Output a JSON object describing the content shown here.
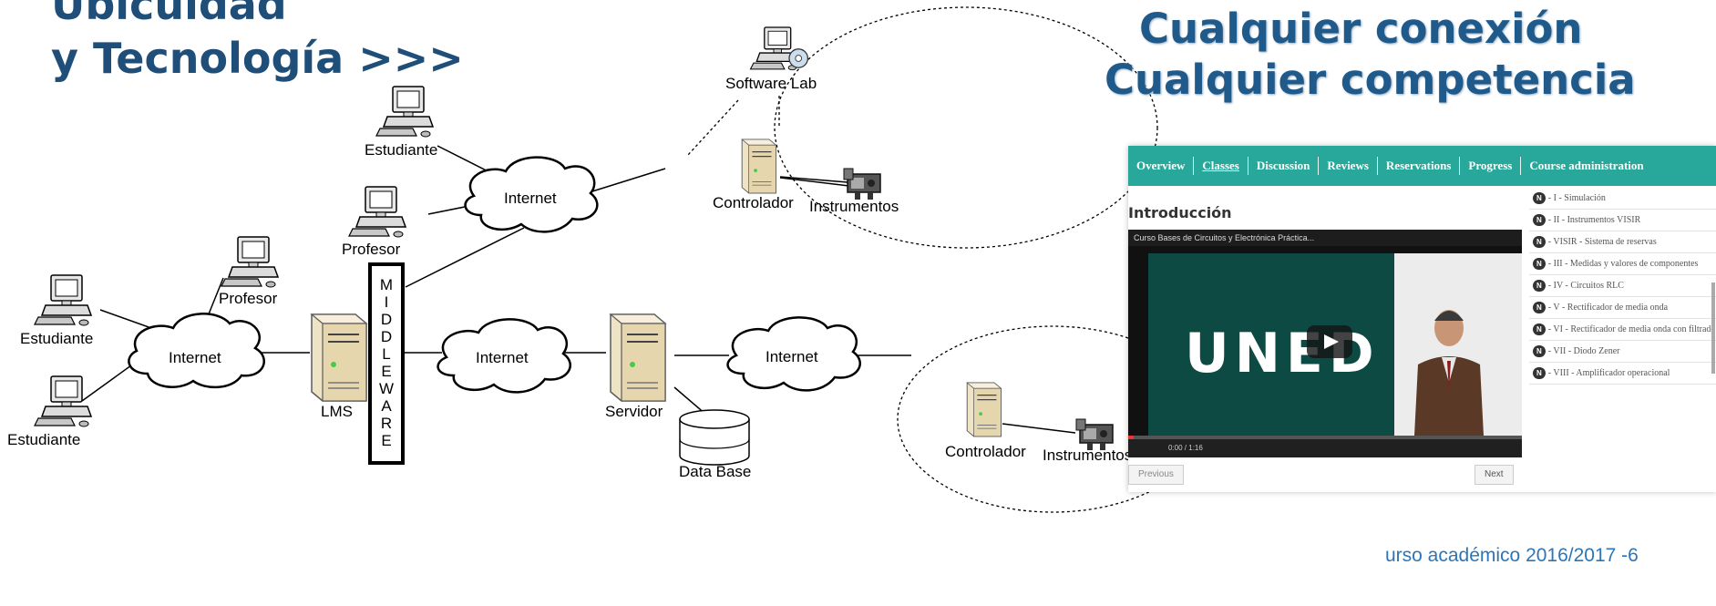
{
  "header": {
    "title_line1": "Ubicuidad",
    "title_line2": "y Tecnología >>>",
    "right_title_line1": "Cualquier  conexión",
    "right_title_line2": "Cualquier competencia"
  },
  "footer": {
    "text": "urso académico 2016/2017  -6"
  },
  "diagram": {
    "nodes": {
      "student_top": "Estudiante",
      "professor_top": "Profesor",
      "professor_left": "Profesor",
      "student_left1": "Estudiante",
      "student_left2": "Estudiante",
      "internet_left": "Internet",
      "internet_top": "Internet",
      "internet_mid": "Internet",
      "internet_right": "Internet",
      "lms": "LMS",
      "middleware_letters": [
        "M",
        "I",
        "D",
        "D",
        "L",
        "E",
        "W",
        "A",
        "R",
        "E"
      ],
      "server": "Servidor",
      "database": "Data Base",
      "software_lab": "Software Lab",
      "controller_top": "Controlador",
      "instruments_top": "Instrumentos",
      "controller_bottom": "Controlador",
      "instruments_bottom": "Instrumentos"
    }
  },
  "course_panel": {
    "nav": [
      "Overview",
      "Classes",
      "Discussion",
      "Reviews",
      "Reservations",
      "Progress",
      "Course administration"
    ],
    "active_nav": "Classes",
    "section_title": "Introducción",
    "video": {
      "title": "Curso Bases de Circuitos y Electrónica Práctica...",
      "logo_text": "UNED",
      "time": "0:00 / 1:16"
    },
    "prev_label": "Previous",
    "next_label": "Next",
    "lessons": [
      "- I - Simulación",
      "- II - Instrumentos VISIR",
      "- VISIR - Sistema de reservas",
      "- III - Medidas y valores de componentes",
      "- IV - Circuitos RLC",
      "- V - Rectificador de media onda",
      "- VI - Rectificador de media onda con filtrado",
      "- VII - Diodo Zener",
      "- VIII - Amplificador operacional"
    ],
    "badge": "N",
    "accent_color": "#27a89a"
  },
  "colors": {
    "title": "#1f4e79",
    "footer": "#2e75b6"
  }
}
